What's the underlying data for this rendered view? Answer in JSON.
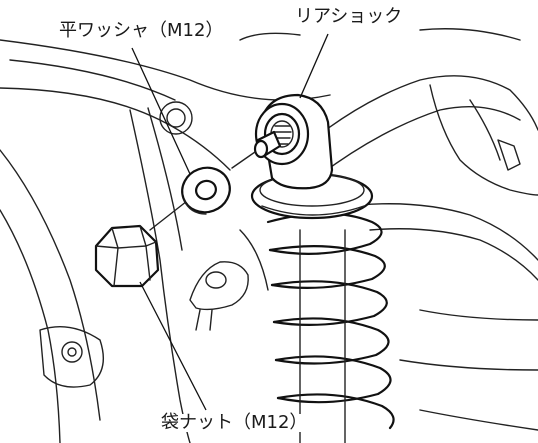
{
  "labels": {
    "washer": "平ワッシャ（M12）",
    "shock": "リアショック",
    "nut": "袋ナット（M12）"
  }
}
